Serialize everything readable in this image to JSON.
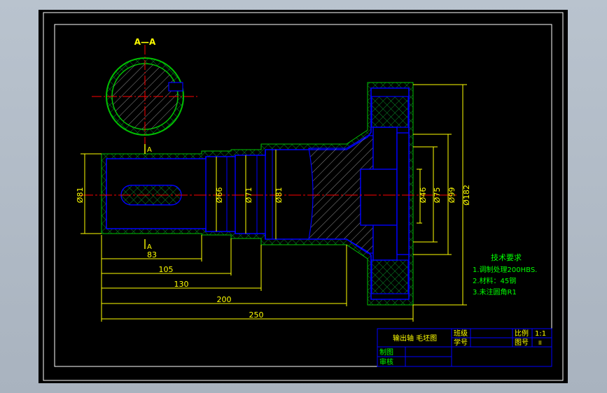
{
  "section": {
    "label": "A—A",
    "cut_mark": "A"
  },
  "dimensions": {
    "diameters": [
      "Ø81",
      "Ø66",
      "Ø71",
      "Ø81",
      "Ø46",
      "Ø75",
      "Ø99",
      "Ø182"
    ],
    "lengths": [
      "83",
      "105",
      "130",
      "200",
      "250"
    ]
  },
  "tech_requirements": {
    "title": "技术要求",
    "items": [
      "1.调制处理200HBS.",
      "2.材料：45钢",
      "3.未注圆角R1"
    ]
  },
  "title_block": {
    "part_name": "输出轴 毛坯图",
    "class_label": "班级",
    "student_no_label": "学号",
    "scale_label": "比例",
    "scale_value": "1:1",
    "drawing_no_label": "图号",
    "drawing_no_value": "II",
    "drawn_label": "制图",
    "checked_label": "审核"
  },
  "colors": {
    "background": "#000000",
    "outline": "#0000ff",
    "dimension": "#ffff00",
    "hatch": "#8c8c8c",
    "fill_edge": "#00c000",
    "centerline": "#ff0000",
    "text_green": "#00ff00"
  }
}
